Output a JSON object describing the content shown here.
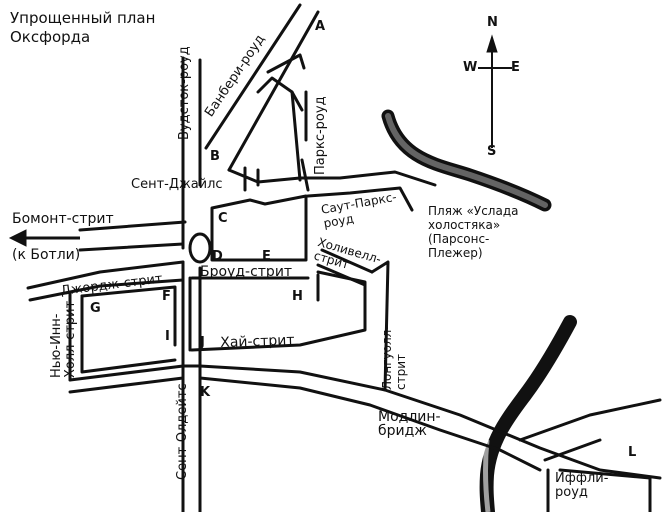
{
  "title": "Упрощенный план\nОксфорда",
  "compass": {
    "n": "N",
    "s": "S",
    "e": "E",
    "w": "W"
  },
  "labels": {
    "banbury_road": "Банбери-роуд",
    "woodstock_road": "Вудсток-роуд",
    "parks_road": "Паркс-роуд",
    "st_giles": "Сент-Джайлс",
    "beaumont_street": "Бомонт-стрит",
    "to_botley": "(к Ботли)",
    "george_street": "Джордж-стрит",
    "new_inn_hall_street": "Нью-Инн-\nХолл-стрит",
    "broad_street": "Броуд-стрит",
    "holywell_street": "Холивелл-\nстрит",
    "south_parks_road": "Саут-Паркс-\nроуд",
    "parsons_pleasure": "Пляж «Услада\nхолостяка»\n(Парсонс-\nПлежер)",
    "longwall_street": "Лонгуолл-\nстрит",
    "high_street": "Хай-стрит",
    "st_aldates": "Сент-Олдейтс",
    "magdalen_bridge": "Модлин-\nбридж",
    "iffley_road": "Иффли-\nроуд"
  },
  "letters": [
    "A",
    "B",
    "C",
    "D",
    "E",
    "F",
    "G",
    "H",
    "I",
    "J",
    "K",
    "L"
  ]
}
